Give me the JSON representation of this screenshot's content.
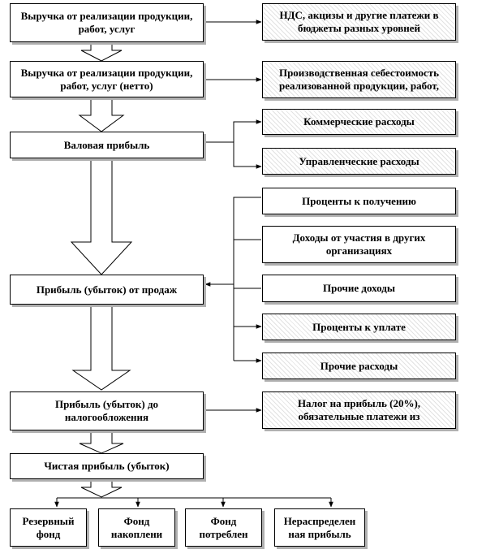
{
  "diagram": {
    "revenue": "Выручка от реализации продукции, работ, услуг",
    "taxes": "НДС, акцизы и другие платежи в бюджеты разных уровней",
    "revenue_net": "Выручка от реализации продукции, работ, услуг (нетто)",
    "cost_of_sales": "Производственная себестоимость реализованной продукции, работ,",
    "gross_profit": "Валовая прибыль",
    "commercial_expenses": "Коммерческие расходы",
    "administrative_expenses": "Управленческие расходы",
    "interest_receivable": "Проценты к получению",
    "participation_income": "Доходы от участия в других организациях",
    "sales_profit": "Прибыль (убыток) от продаж",
    "other_income": "Прочие доходы",
    "interest_payable": "Проценты к уплате",
    "other_expenses": "Прочие расходы",
    "pretax_profit": "Прибыль (убыток) до налогообложения",
    "income_tax": "Налог на прибыль (20%), обязательные платежи из",
    "net_profit": "Чистая прибыль (убыток)",
    "reserve_fund": "Резервный фонд",
    "accumulation_fund": "Фонд накоплени",
    "consumption_fund": "Фонд потреблен",
    "retained_earnings": "Нераспределен ная прибыль"
  },
  "colors": {
    "line": "#000000",
    "shadow": "#b0b0b0",
    "hatch": "#e2e2e2"
  }
}
